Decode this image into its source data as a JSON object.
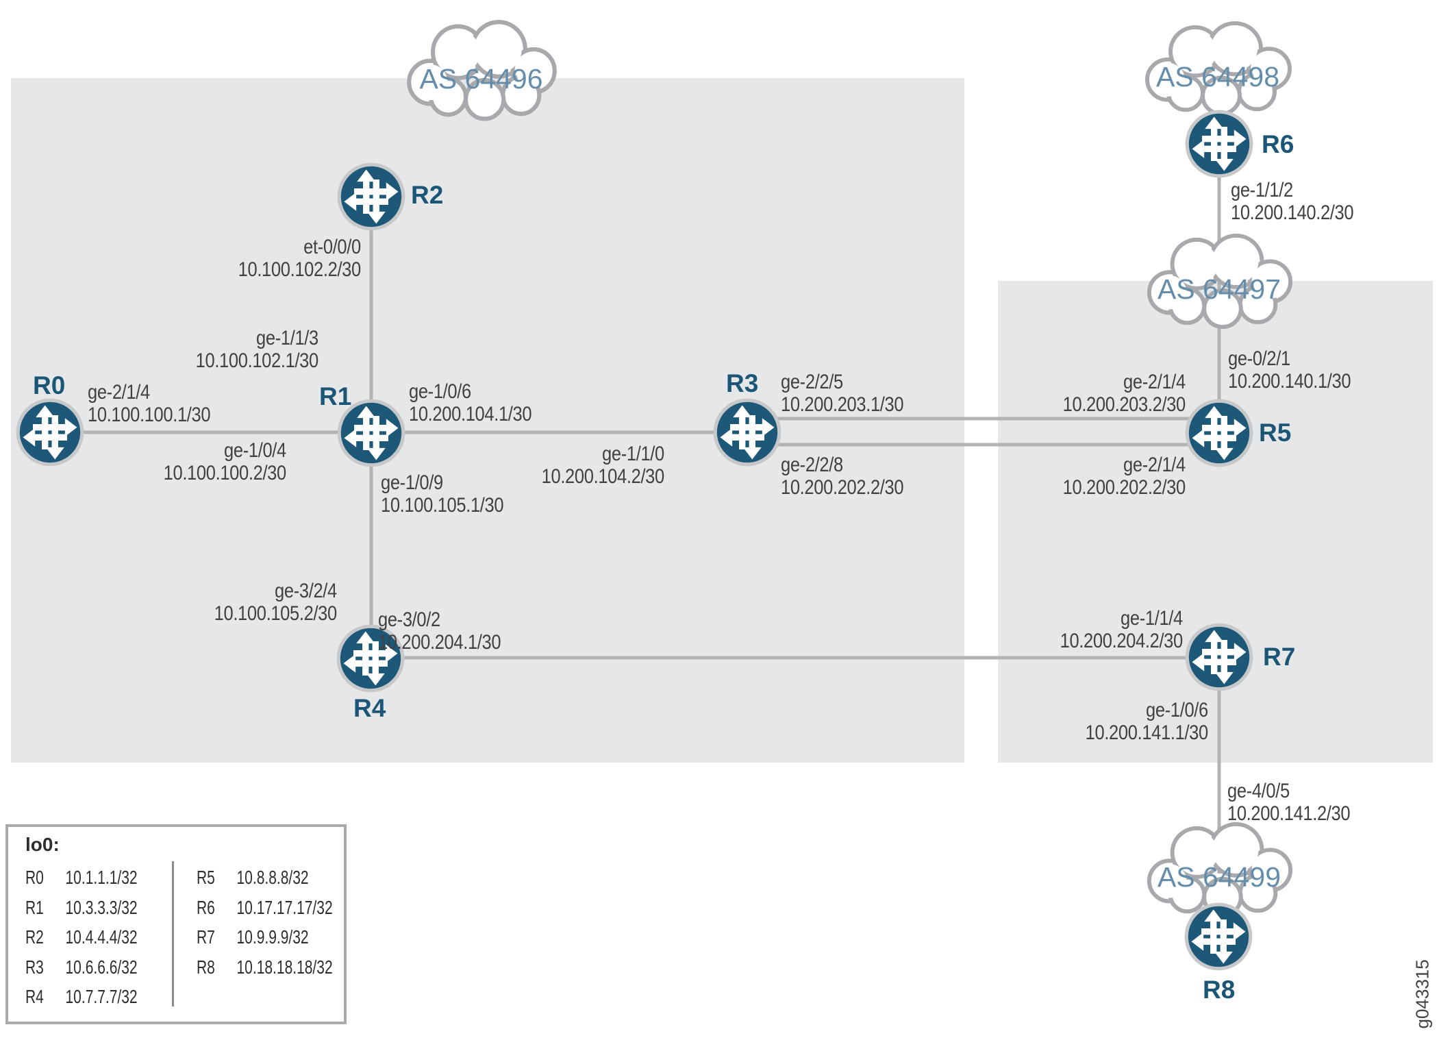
{
  "diagram": {
    "as_clouds": {
      "as64496": "AS 64496",
      "as64497": "AS 64497",
      "as64498": "AS 64498",
      "as64499": "AS 64499"
    },
    "routers": {
      "r0": "R0",
      "r1": "R1",
      "r2": "R2",
      "r3": "R3",
      "r4": "R4",
      "r5": "R5",
      "r6": "R6",
      "r7": "R7",
      "r8": "R8"
    },
    "interfaces": {
      "r0_to_r1": {
        "port": "ge-2/1/4",
        "ip": "10.100.100.1/30"
      },
      "r1_to_r0": {
        "port": "ge-1/0/4",
        "ip": "10.100.100.2/30"
      },
      "r2_to_r1": {
        "port": "et-0/0/0",
        "ip": "10.100.102.2/30"
      },
      "r1_to_r2": {
        "port": "ge-1/1/3",
        "ip": "10.100.102.1/30"
      },
      "r1_to_r3": {
        "port": "ge-1/0/6",
        "ip": "10.200.104.1/30"
      },
      "r3_to_r1": {
        "port": "ge-1/1/0",
        "ip": "10.200.104.2/30"
      },
      "r1_to_r4": {
        "port": "ge-1/0/9",
        "ip": "10.100.105.1/30"
      },
      "r4_to_r1": {
        "port": "ge-3/2/4",
        "ip": "10.100.105.2/30"
      },
      "r4_to_r7": {
        "port": "ge-3/0/2",
        "ip": "10.200.204.1/30"
      },
      "r7_to_r4": {
        "port": "ge-1/1/4",
        "ip": "10.200.204.2/30"
      },
      "r3_to_r5_upper": {
        "port": "ge-2/2/5",
        "ip": "10.200.203.1/30"
      },
      "r3_to_r5_lower": {
        "port": "ge-2/2/8",
        "ip": "10.200.202.2/30"
      },
      "r5_to_r3_upper": {
        "port": "ge-2/1/4",
        "ip": "10.200.203.2/30"
      },
      "r5_to_r3_lower": {
        "port": "ge-2/1/4",
        "ip": "10.200.202.2/30"
      },
      "r6_to_as64497": {
        "port": "ge-1/1/2",
        "ip": "10.200.140.2/30"
      },
      "r5_to_as64497": {
        "port": "ge-0/2/1",
        "ip": "10.200.140.1/30"
      },
      "r7_to_as64499": {
        "port": "ge-1/0/6",
        "ip": "10.200.141.1/30"
      },
      "r8_to_as64499": {
        "port": "ge-4/0/5",
        "ip": "10.200.141.2/30"
      }
    },
    "legend": {
      "title": "lo0:",
      "col1": [
        {
          "router": "R0",
          "address": "10.1.1.1/32"
        },
        {
          "router": "R1",
          "address": "10.3.3.3/32"
        },
        {
          "router": "R2",
          "address": "10.4.4.4/32"
        },
        {
          "router": "R3",
          "address": "10.6.6.6/32"
        },
        {
          "router": "R4",
          "address": "10.7.7.7/32"
        }
      ],
      "col2": [
        {
          "router": "R5",
          "address": "10.8.8.8/32"
        },
        {
          "router": "R6",
          "address": "10.17.17.17/32"
        },
        {
          "router": "R7",
          "address": "10.9.9.9/32"
        },
        {
          "router": "R8",
          "address": "10.18.18.18/32"
        }
      ]
    },
    "figure_id": "g043315"
  }
}
